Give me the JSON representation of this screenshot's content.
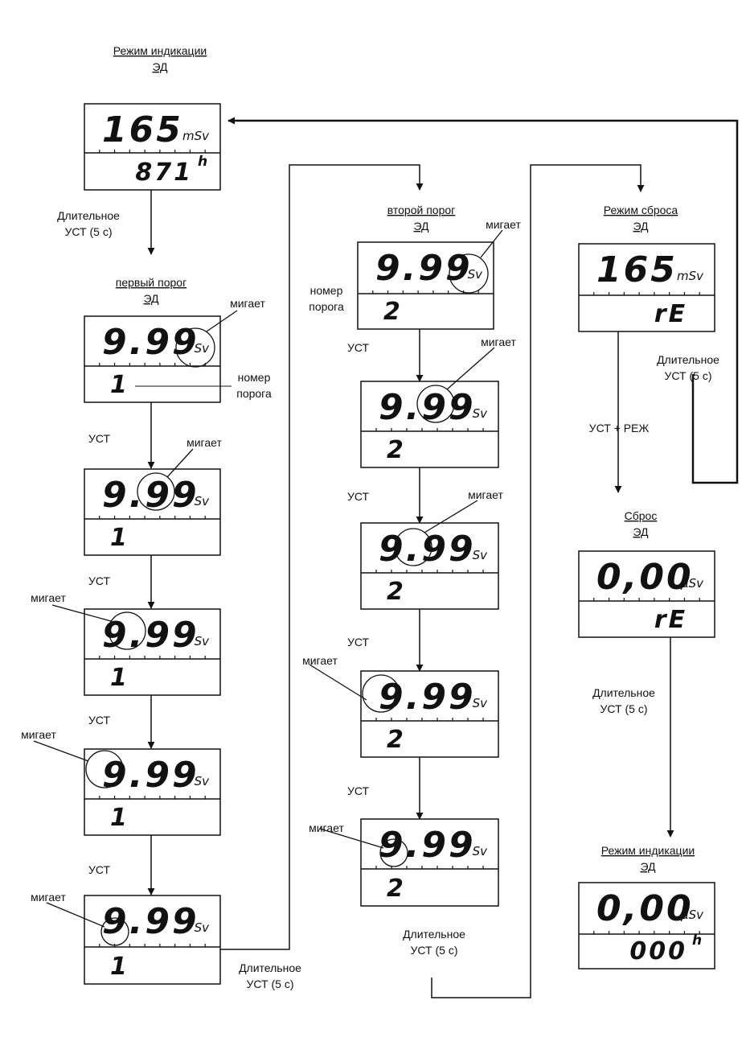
{
  "titles": {
    "mode_indication": [
      "Режим индикации",
      "ЭД"
    ],
    "first_threshold": [
      "первый порог",
      "ЭД"
    ],
    "second_threshold": [
      "второй порог",
      "ЭД"
    ],
    "reset_mode": [
      "Режим сброса",
      "ЭД"
    ],
    "reset": [
      "Сброс",
      "ЭД"
    ],
    "mode_indication_final": [
      "Режим индикации",
      "ЭД"
    ]
  },
  "labels": {
    "long_press": [
      "Длительное",
      "УСТ (5 с)"
    ],
    "ust": "УСТ",
    "ust_rezh": "УСТ + РЕЖ",
    "blinks": "мигает",
    "threshold_number": [
      "номер",
      "порога"
    ]
  },
  "displays": [
    {
      "id": "d1",
      "top": "165",
      "unit": "mSv",
      "bottom": "871",
      "bottom_suffix": "h"
    },
    {
      "id": "d2",
      "top": "9.99",
      "unit": "Sv",
      "bottom": "1"
    },
    {
      "id": "d3",
      "top": "9.99",
      "unit": "Sv",
      "bottom": "1"
    },
    {
      "id": "d4",
      "top": "9.99",
      "unit": "Sv",
      "bottom": "1"
    },
    {
      "id": "d5",
      "top": "9.99",
      "unit": "Sv",
      "bottom": "1"
    },
    {
      "id": "d6",
      "top": "9.99",
      "unit": "Sv",
      "bottom": "1"
    },
    {
      "id": "d7",
      "top": "9.99",
      "unit": "Sv",
      "bottom": "2"
    },
    {
      "id": "d8",
      "top": "9.99",
      "unit": "Sv",
      "bottom": "2"
    },
    {
      "id": "d9",
      "top": "9.99",
      "unit": "Sv",
      "bottom": "2"
    },
    {
      "id": "d10",
      "top": "9.99",
      "unit": "Sv",
      "bottom": "2"
    },
    {
      "id": "d11",
      "top": "9.99",
      "unit": "Sv",
      "bottom": "2"
    },
    {
      "id": "d12",
      "top": "165",
      "unit": "mSv",
      "bottom": "rE"
    },
    {
      "id": "d13",
      "top": "0,00",
      "unit": "μSv",
      "bottom": "rE"
    },
    {
      "id": "d14",
      "top": "0,00",
      "unit": "μSv",
      "bottom": "000",
      "bottom_suffix": "h"
    }
  ]
}
